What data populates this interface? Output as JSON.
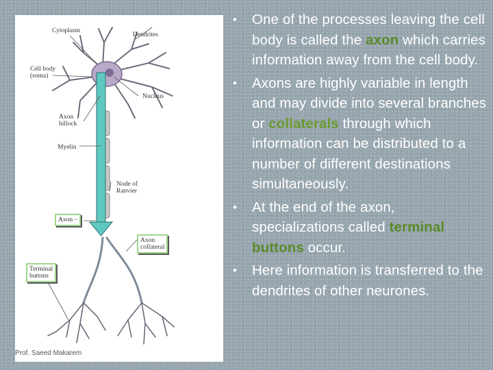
{
  "diagram": {
    "labels": {
      "cytoplasm": "Cytoplasm",
      "dendrites": "Dendrites",
      "cell_body_1": "Cell body",
      "cell_body_2": "(soma)",
      "nucleus": "Nucleus",
      "axon_hillock_1": "Axon",
      "axon_hillock_2": "hillock",
      "myelin": "Myelin",
      "node_1": "Node of",
      "node_2": "Ranvier",
      "axon": "Axon",
      "axon_collateral_1": "Axon",
      "axon_collateral_2": "collateral",
      "terminal_1": "Terminal",
      "terminal_2": "buttons"
    },
    "credit": "Prof. Saeed Makarem",
    "colors": {
      "arrow": "#5fc8c0",
      "label_box_border": "#9fd68a",
      "highlight": "#5b8a2a"
    }
  },
  "bullets": [
    {
      "before": "One of the processes leaving the cell body is called the ",
      "highlight": "axon",
      "after": " which carries information away from the cell body."
    },
    {
      "before": "Axons are highly variable in length and may divide into several branches or ",
      "highlight": "collaterals",
      "after": " through which information can be distributed to a number of different destinations simultaneously."
    },
    {
      "before": "At the end of the axon, specializations called ",
      "highlight": "terminal buttons",
      "after": " occur."
    },
    {
      "before": "Here information is transferred to the dendrites of other neurones.",
      "highlight": "",
      "after": ""
    }
  ]
}
